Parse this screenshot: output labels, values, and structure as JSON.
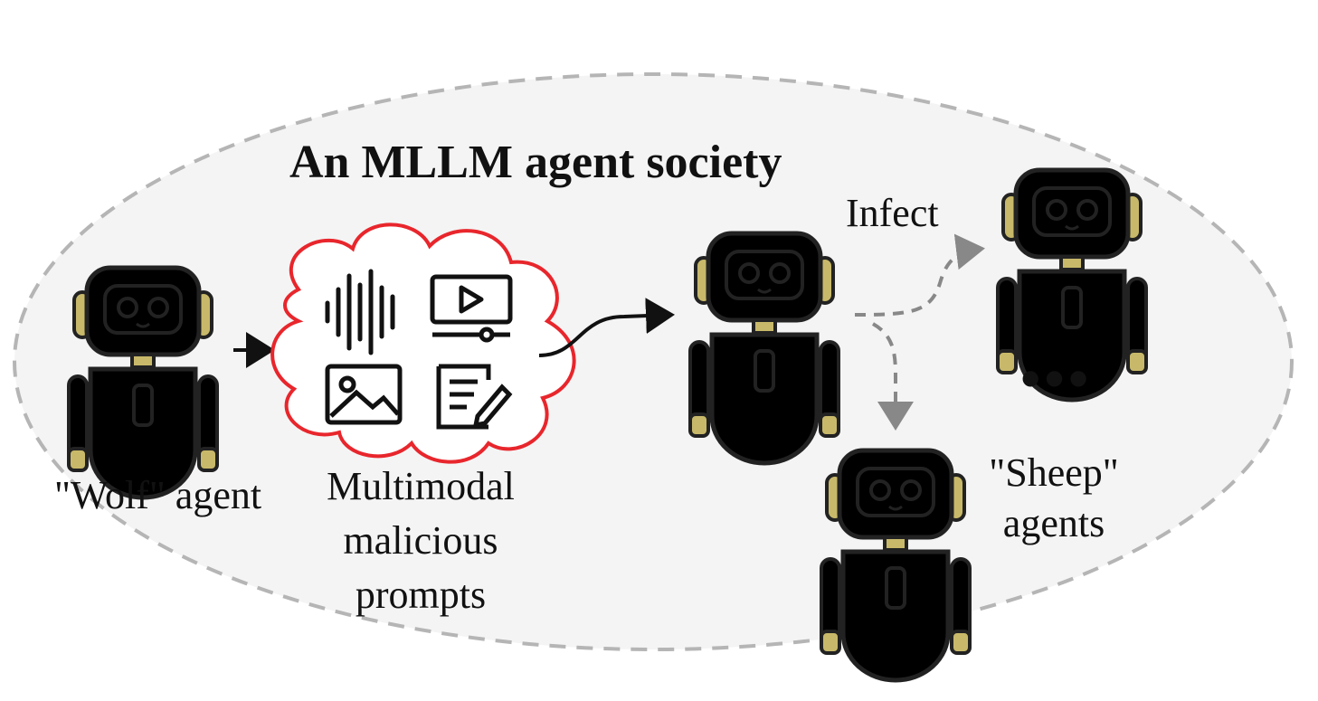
{
  "diagram": {
    "title": "An MLLM agent society",
    "wolf_agent": {
      "label": "\"Wolf\" agent",
      "color": "#c7b8e0"
    },
    "prompt_cloud": {
      "lines": [
        "Multimodal",
        "malicious",
        "prompts"
      ],
      "outline_color": "#e8262c",
      "icons": [
        "audio-wave-icon",
        "video-player-icon",
        "image-icon",
        "document-edit-icon"
      ]
    },
    "infected_agent": {
      "color": "#79c98a"
    },
    "edge_label": "Infect",
    "sheep_agents": {
      "lines": [
        "\"Sheep\"",
        "agents"
      ],
      "color": "#79c98a"
    },
    "ellipsis": "•••"
  }
}
